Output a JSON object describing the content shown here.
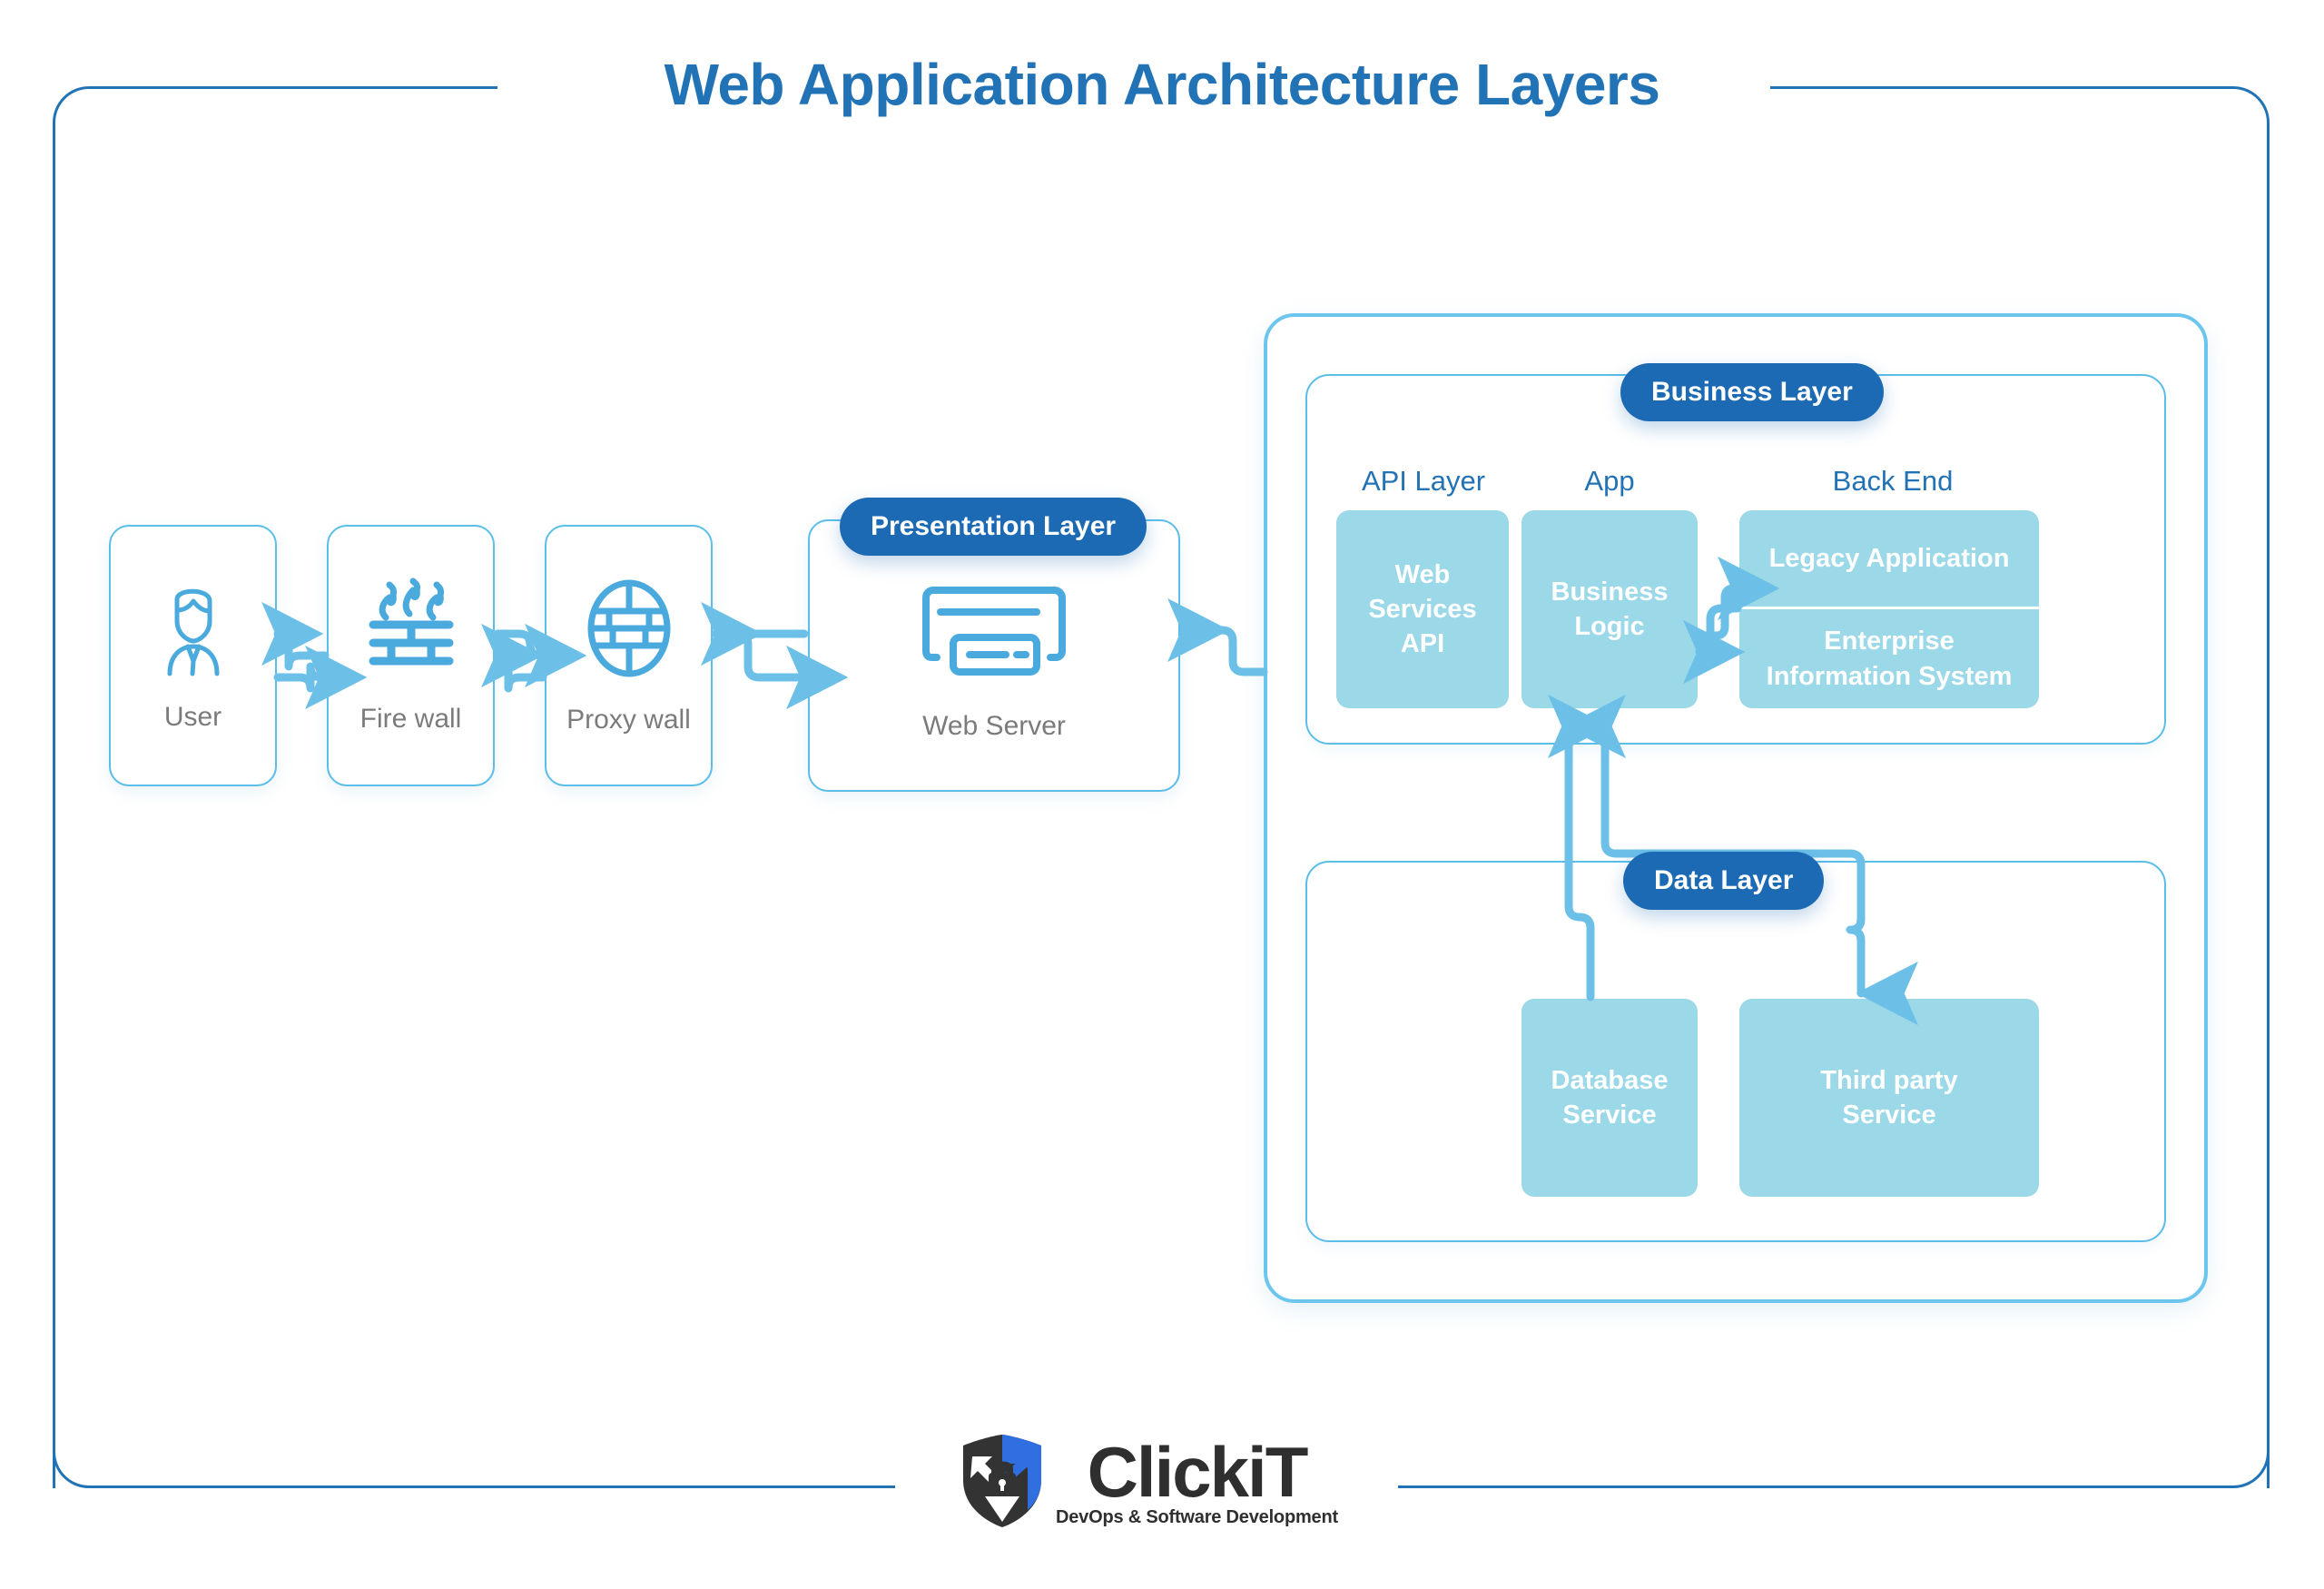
{
  "page": {
    "title": "Web Application Architecture Layers",
    "title_color": "#2273b5",
    "background": "#ffffff",
    "accent_blue": "#1c6ab4",
    "light_blue": "#5bbdea",
    "card_cyan": "#9bd8e8",
    "label_gray": "#7b7b7b"
  },
  "client_chain": {
    "nodes": [
      {
        "label": "User",
        "icon": "user-avatar-icon"
      },
      {
        "label": "Fire wall",
        "icon": "firewall-brick-flame-icon"
      },
      {
        "label": "Proxy wall",
        "icon": "proxy-globe-brick-icon"
      }
    ]
  },
  "presentation_layer": {
    "badge": "Presentation Layer",
    "node": {
      "label": "Web Server",
      "icon": "web-server-rack-icon"
    }
  },
  "business_layer": {
    "badge": "Business Layer",
    "columns": [
      {
        "label": "API Layer",
        "card": {
          "lines": [
            "Web",
            "Services",
            "API"
          ],
          "text": "Web Services API"
        }
      },
      {
        "label": "App",
        "card": {
          "lines": [
            "Business",
            "Logic"
          ],
          "text": "Business Logic"
        }
      },
      {
        "label": "Back End",
        "card": {
          "split": true,
          "top": "Legacy Application",
          "bottom_lines": [
            "Enterprise",
            "Information System"
          ],
          "bottom": "Enterprise Information System"
        }
      }
    ]
  },
  "data_layer": {
    "badge": "Data Layer",
    "cards": [
      {
        "lines": [
          "Database",
          "Service"
        ],
        "text": "Database Service"
      },
      {
        "lines": [
          "Third party",
          "Service"
        ],
        "text": "Third party Service"
      }
    ]
  },
  "footer": {
    "logo_mark": "clickit-shield-lock-arrows-icon",
    "wordmark_part1": "Click",
    "wordmark_part2": "iT",
    "tagline": "DevOps & Software Development"
  },
  "connections": [
    {
      "from": "User",
      "to": "Fire wall",
      "type": "bidirectional"
    },
    {
      "from": "Fire wall",
      "to": "Proxy wall",
      "type": "bidirectional"
    },
    {
      "from": "Proxy wall",
      "to": "Web Server",
      "type": "bidirectional"
    },
    {
      "from": "Web Server",
      "to": "Server Container",
      "type": "bidirectional"
    },
    {
      "from": "Business Logic",
      "to": "Legacy Application",
      "type": "bidirectional"
    },
    {
      "from": "Database Service",
      "to": "Business Logic",
      "type": "bidirectional"
    },
    {
      "from": "Third party Service",
      "to": "Business Logic",
      "type": "bidirectional"
    }
  ]
}
